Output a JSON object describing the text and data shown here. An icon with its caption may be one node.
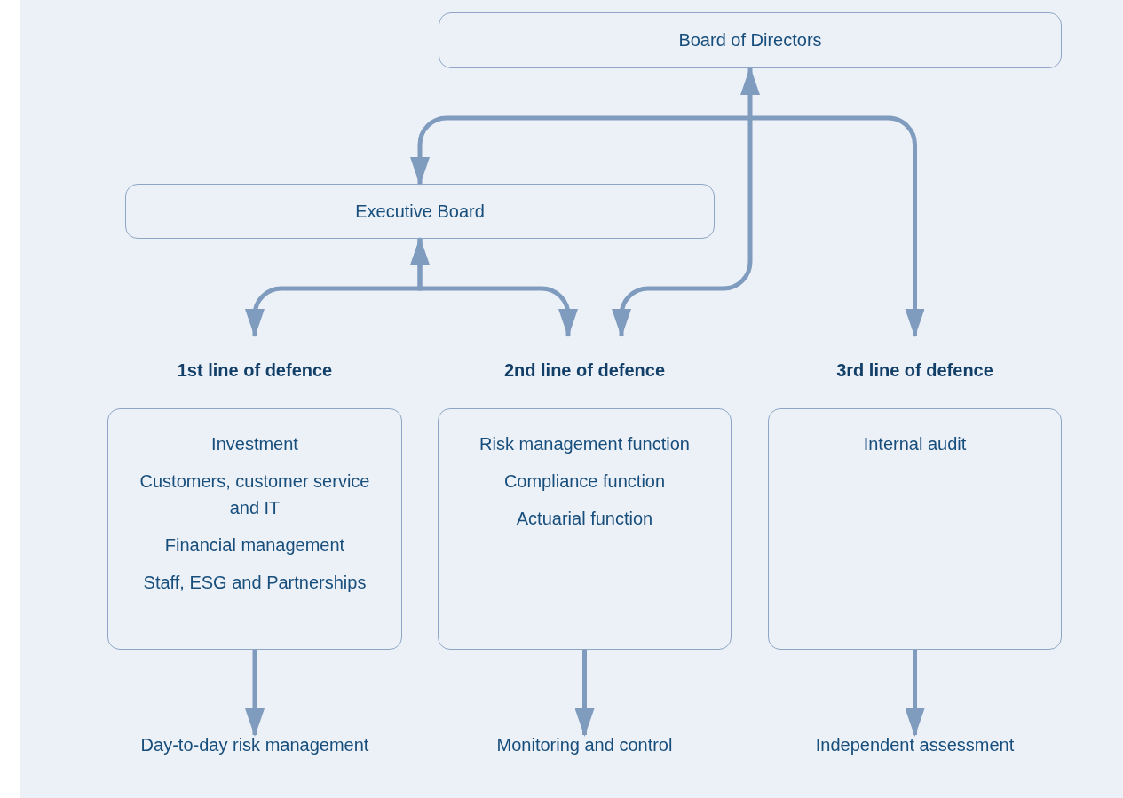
{
  "diagram": {
    "nodes": [
      {
        "text": [
          "Board of Directors"
        ]
      },
      {
        "text": [
          "Executive Board"
        ]
      },
      {
        "text": [
          "1st line of defence",
          "Investment",
          "Customers, customer service and IT",
          "Financial management",
          "Staff, ESG and Partnerships"
        ]
      },
      {
        "text": [
          "2nd line of defence",
          "Risk management function",
          "Compliance function",
          "Actuarial function"
        ]
      },
      {
        "text": [
          "3rd line of defence",
          "Internal audit"
        ]
      },
      {
        "text": [
          "Day-to-day risk management"
        ]
      },
      {
        "text": [
          "Monitoring and control"
        ]
      },
      {
        "text": [
          "Independent assessment"
        ]
      }
    ],
    "edges": [
      {
        "from": 3,
        "to": 0,
        "arrow": "both"
      },
      {
        "from": 1,
        "to": 4,
        "arrow": "both"
      },
      {
        "from": 1,
        "to": 2,
        "arrow": "both"
      },
      {
        "from": 1,
        "to": 3,
        "arrow": "both"
      },
      {
        "from": 2,
        "to": 5,
        "arrow": "to"
      },
      {
        "from": 3,
        "to": 6,
        "arrow": "to"
      },
      {
        "from": 4,
        "to": 7,
        "arrow": "to"
      }
    ]
  }
}
